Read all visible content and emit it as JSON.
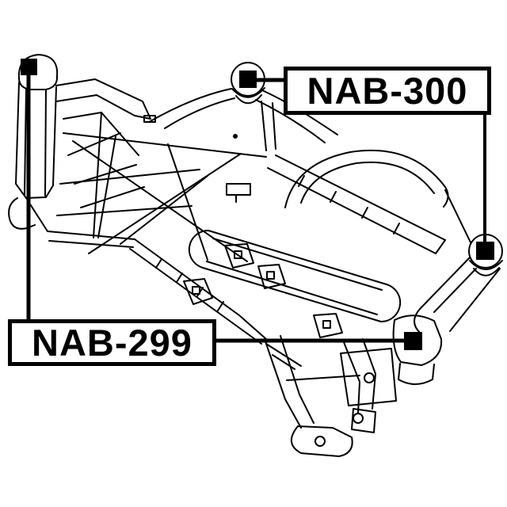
{
  "theme": {
    "ink": "#000000",
    "paper": "#ffffff"
  },
  "diagram": {
    "type": "auto-parts-line-drawing",
    "subject": "front-subframe-crossmember",
    "labels": [
      {
        "code": "NAB-300",
        "position": "top-right"
      },
      {
        "code": "NAB-299",
        "position": "bottom-left"
      }
    ],
    "markers": [
      {
        "name": "front-left-bushing-marker",
        "linked_label": "NAB-299"
      },
      {
        "name": "front-center-bushing-marker",
        "linked_label": "NAB-300"
      },
      {
        "name": "rear-right-bushing-marker",
        "linked_label": "NAB-300"
      },
      {
        "name": "lower-rear-bushing-marker",
        "linked_label": "NAB-299"
      }
    ]
  }
}
